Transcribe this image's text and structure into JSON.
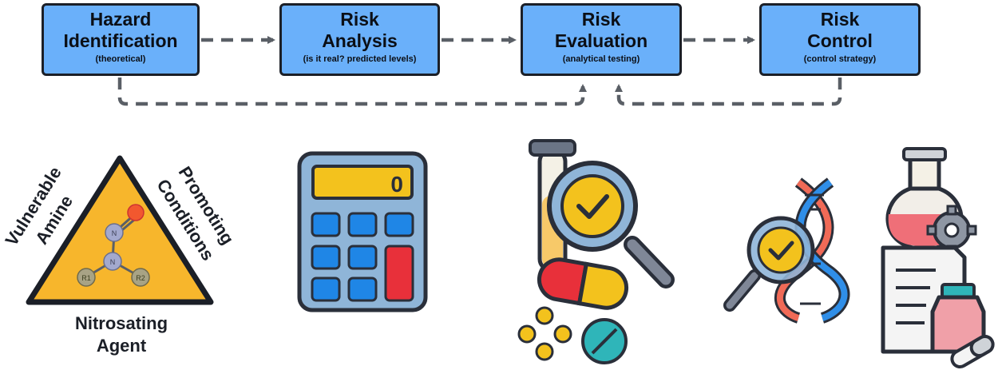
{
  "steps": [
    {
      "title_1": "Hazard",
      "title_2": "Identification",
      "subtitle": "(theoretical)"
    },
    {
      "title_1": "Risk",
      "title_2": "Analysis",
      "subtitle": "(is it real? predicted levels)"
    },
    {
      "title_1": "Risk",
      "title_2": "Evaluation",
      "subtitle": "(analytical testing)"
    },
    {
      "title_1": "Risk",
      "title_2": "Control",
      "subtitle": "(control strategy)"
    }
  ],
  "triangle": {
    "left_1": "Vulnerable",
    "left_2": "Amine",
    "right_1": "Promoting",
    "right_2": "Conditions",
    "bottom_1": "Nitrosating",
    "bottom_2": "Agent",
    "atoms": {
      "n1": "N",
      "n2": "N",
      "r1": "R1",
      "r2": "R2"
    }
  },
  "calculator": {
    "display": "0"
  },
  "icons": [
    "warning-triangle-icon",
    "calculator-icon",
    "test-tube-magnifier-icon",
    "dna-magnifier-icon",
    "flask-document-icon"
  ],
  "colors": {
    "box_fill": "#6ab0fa",
    "arrow": "#5a5f66",
    "triangle_fill": "#f7b62c",
    "calc_body": "#8fb5d8",
    "calc_key": "#1f86e6",
    "calc_red": "#e8303a",
    "check": "#f3c21d"
  }
}
